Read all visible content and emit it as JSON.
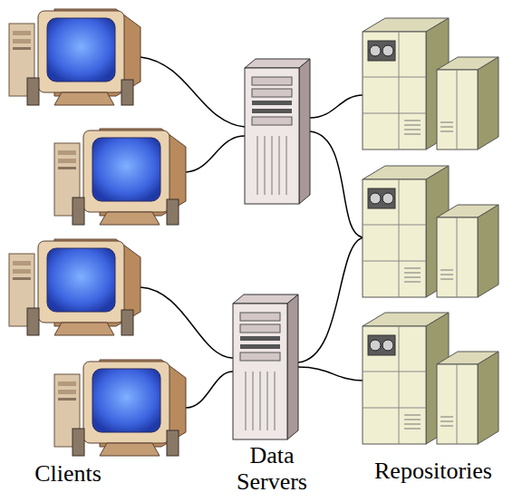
{
  "diagram": {
    "labels": [
      "Clients",
      "Data Servers",
      "Repositories"
    ]
  }
}
